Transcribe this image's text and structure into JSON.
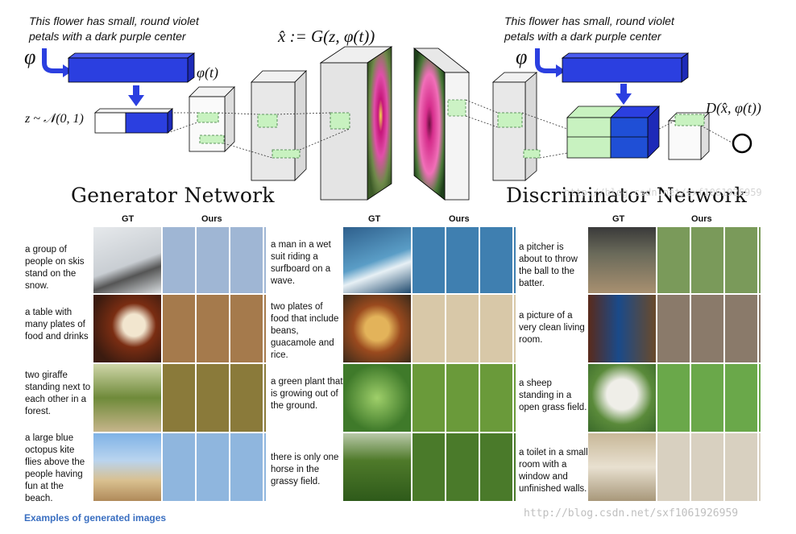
{
  "diagram": {
    "left_caption": "This flower has small, round violet petals with a dark purple center",
    "right_caption": "This flower has small, round violet petals with a dark purple center",
    "phi_symbol": "φ",
    "phi_t": "φ(t)",
    "z_sample": "z ~ 𝒩(0, 1)",
    "generator_eq": "x̂ := G(z, φ(t))",
    "discriminator_eq": "D(x̂, φ(t))",
    "generator_title": "Generator Network",
    "discriminator_title": "Discriminator Network",
    "watermark_top": "http://blog.csdn.net/sxf1061926959"
  },
  "examples": {
    "gt_label": "GT",
    "ours_label": "Ours",
    "col1": [
      "a group of people on skis stand on the snow.",
      "a table with many plates of food and drinks",
      "two giraffe standing next to each other in a forest.",
      "a large blue octopus kite flies above the people having fun at the beach."
    ],
    "col2": [
      "a man in a wet suit riding a surfboard on a wave.",
      "two plates of food that include beans, guacamole and rice.",
      "a green plant that is growing out of the ground.",
      "there is only one horse in the grassy field."
    ],
    "col3": [
      "a pitcher is about to throw the ball to the batter.",
      "a picture of a very clean living room.",
      "a sheep standing in a open grass field.",
      "a toilet in a small room with a window and unfinished walls."
    ]
  },
  "footer": "Examples of generated images",
  "watermark": "http://blog.csdn.net/sxf1061926959",
  "colors": {
    "embed_blue": "#2b3fe0",
    "light_green": "#c8f2c0",
    "cube_gray": "#ececec",
    "footer_blue": "#3a6fc1"
  }
}
